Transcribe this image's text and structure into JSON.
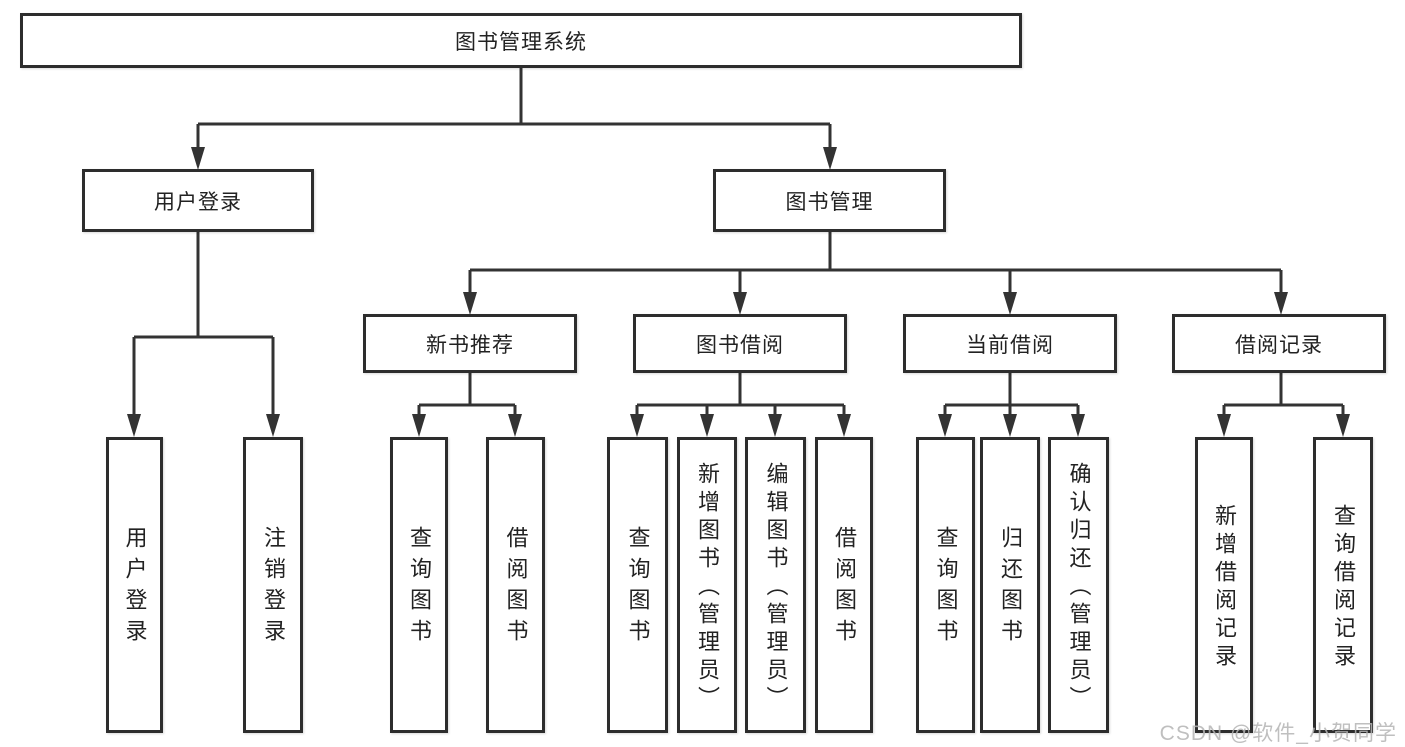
{
  "diagram": {
    "title": "图书管理系统",
    "user_login": {
      "label": "用户登录",
      "children": {
        "login": "用户登录",
        "logout": "注销登录"
      }
    },
    "book_management": {
      "label": "图书管理",
      "sections": {
        "new_book_recommend": {
          "label": "新书推荐",
          "children": {
            "query_books": "查询图书",
            "borrow_books": "借阅图书"
          }
        },
        "book_borrowing": {
          "label": "图书借阅",
          "children": {
            "query_books": "查询图书",
            "add_books_admin": "新增图书（管理员）",
            "edit_books_admin": "编辑图书（管理员）",
            "borrow_books": "借阅图书"
          }
        },
        "current_borrowing": {
          "label": "当前借阅",
          "children": {
            "query_books": "查询图书",
            "return_books": "归还图书",
            "confirm_return_admin": "确认归还（管理员）"
          }
        },
        "borrowing_records": {
          "label": "借阅记录",
          "children": {
            "add_record": "新增借阅记录",
            "query_record": "查询借阅记录"
          }
        }
      }
    }
  },
  "watermark": "CSDN @软件_小贺同学",
  "colors": {
    "line": "#333333",
    "box_border": "#2d2d2d",
    "text": "#222222",
    "background": "#ffffff",
    "watermark": "#b5b5b5"
  }
}
